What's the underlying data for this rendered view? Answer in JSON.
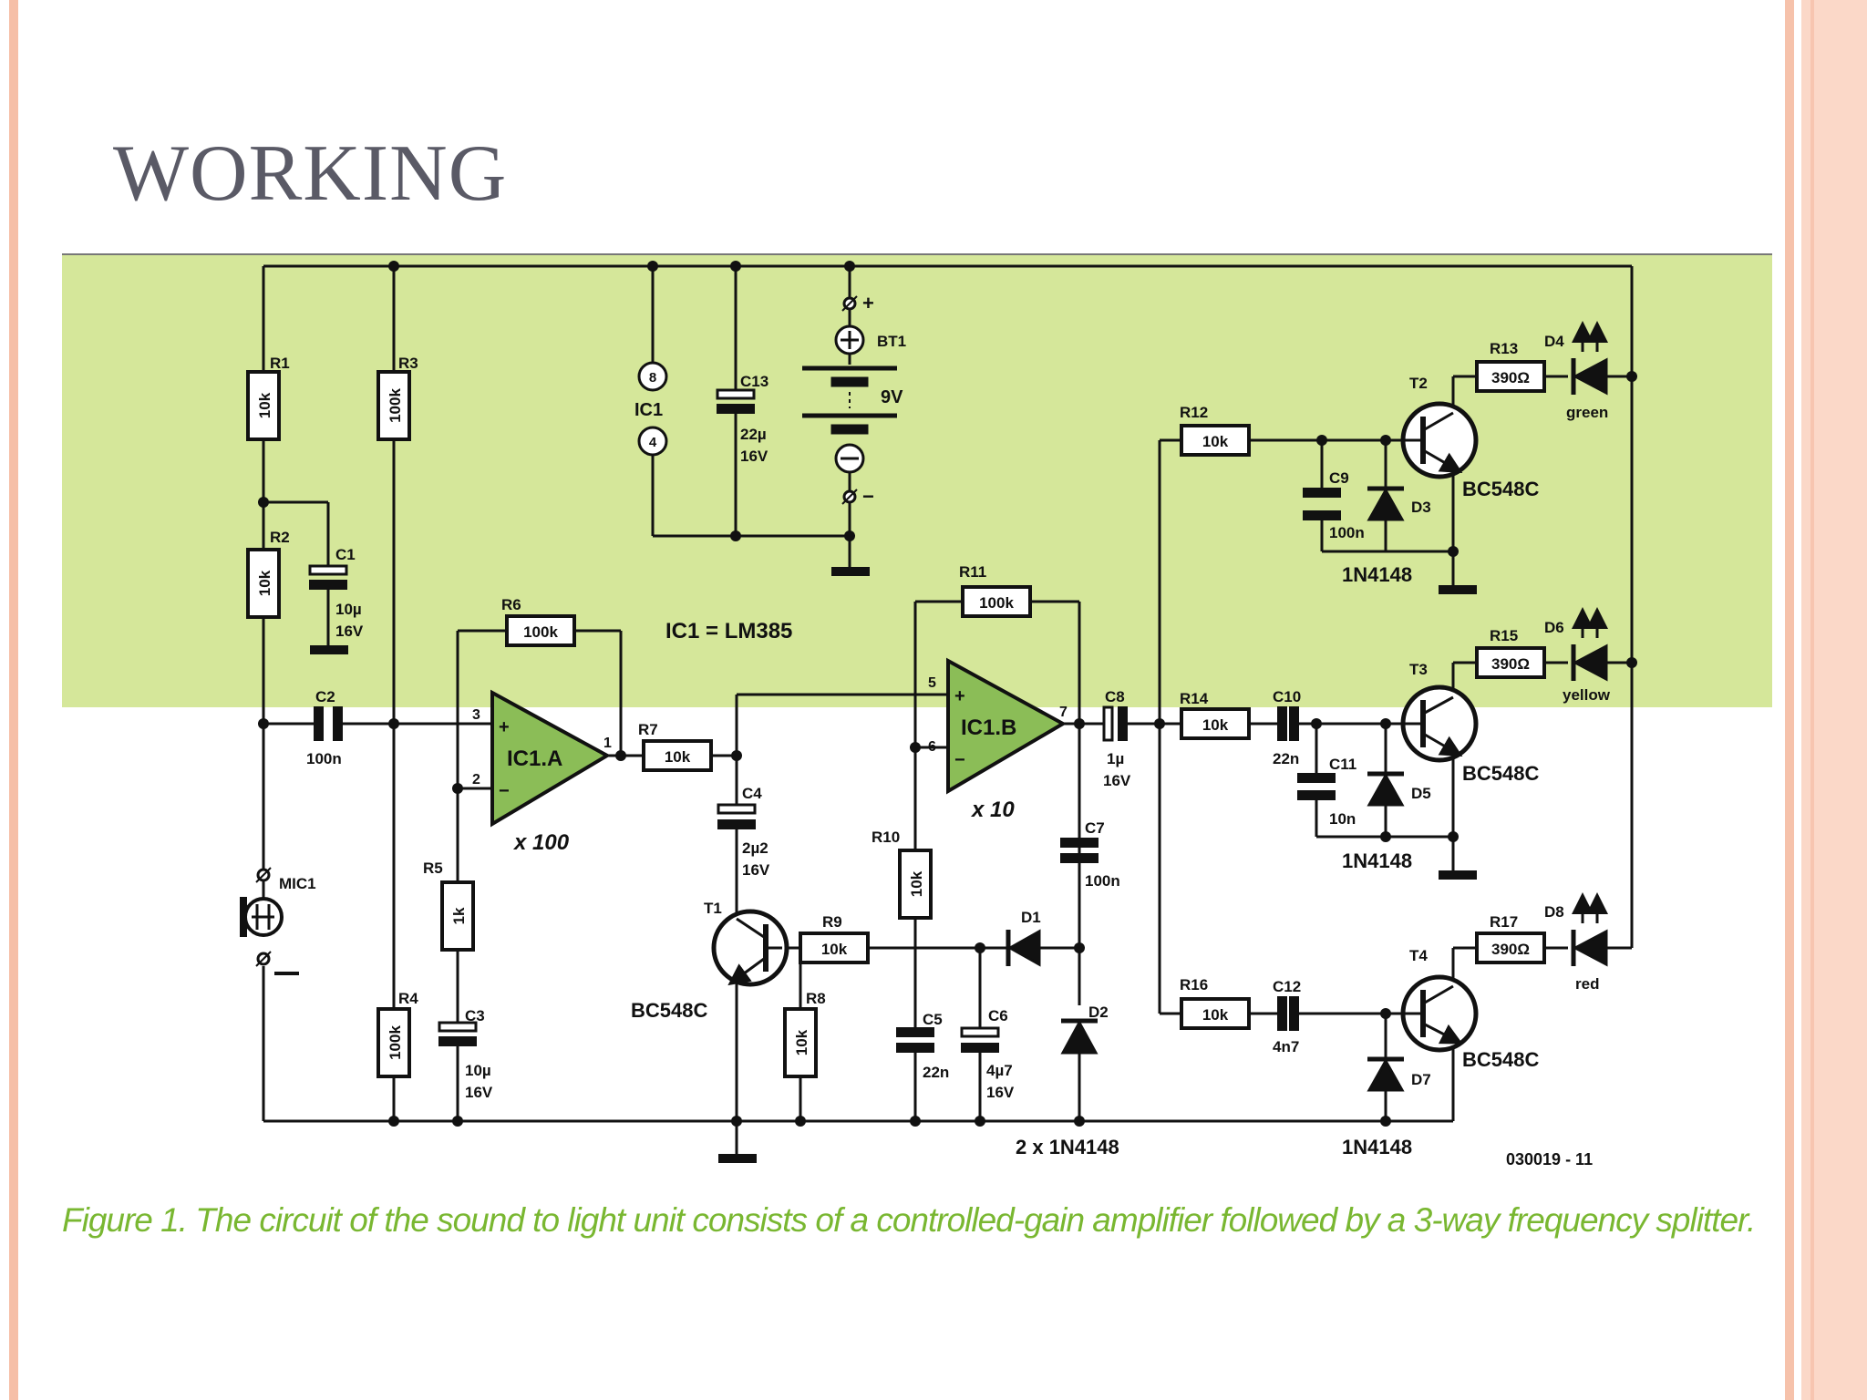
{
  "slide": {
    "title": "WORKING",
    "caption": "Figure 1. The circuit of the sound to light unit consists of a controlled-gain amplifier followed by a 3-way frequency splitter."
  },
  "colors": {
    "highlight": "#d5e79a",
    "opamp": "#8bbd57",
    "caption": "#79b731",
    "title": "#5a5a66"
  },
  "schematic": {
    "resistors": {
      "R1": {
        "name": "R1",
        "value": "10k"
      },
      "R2": {
        "name": "R2",
        "value": "10k"
      },
      "R3": {
        "name": "R3",
        "value": "100k"
      },
      "R4": {
        "name": "R4",
        "value": "100k"
      },
      "R5": {
        "name": "R5",
        "value": "1k"
      },
      "R6": {
        "name": "R6",
        "value": "100k"
      },
      "R7": {
        "name": "R7",
        "value": "10k"
      },
      "R8": {
        "name": "R8",
        "value": "10k"
      },
      "R9": {
        "name": "R9",
        "value": "10k"
      },
      "R10": {
        "name": "R10",
        "value": "10k"
      },
      "R11": {
        "name": "R11",
        "value": "100k"
      },
      "R12": {
        "name": "R12",
        "value": "10k"
      },
      "R13": {
        "name": "R13",
        "value": "390Ω"
      },
      "R14": {
        "name": "R14",
        "value": "10k"
      },
      "R15": {
        "name": "R15",
        "value": "390Ω"
      },
      "R16": {
        "name": "R16",
        "value": "10k"
      },
      "R17": {
        "name": "R17",
        "value": "390Ω"
      }
    },
    "capacitors": {
      "C1": {
        "name": "C1",
        "value": "10µ",
        "voltage": "16V"
      },
      "C2": {
        "name": "C2",
        "value": "100n"
      },
      "C3": {
        "name": "C3",
        "value": "10µ",
        "voltage": "16V"
      },
      "C4": {
        "name": "C4",
        "value": "2µ2",
        "voltage": "16V"
      },
      "C5": {
        "name": "C5",
        "value": "22n"
      },
      "C6": {
        "name": "C6",
        "value": "4µ7",
        "voltage": "16V"
      },
      "C7": {
        "name": "C7",
        "value": "100n"
      },
      "C8": {
        "name": "C8",
        "value": "1µ",
        "voltage": "16V"
      },
      "C9": {
        "name": "C9",
        "value": "100n"
      },
      "C10": {
        "name": "C10",
        "value": "22n"
      },
      "C11": {
        "name": "C11",
        "value": "10n"
      },
      "C12": {
        "name": "C12",
        "value": "4n7"
      },
      "C13": {
        "name": "C13",
        "value": "22µ",
        "voltage": "16V"
      }
    },
    "diodes": {
      "D1": "D1",
      "D2": "D2",
      "D3": "D3",
      "D5": "D5",
      "D7": "D7",
      "pair_label": "2 x 1N4148",
      "in1": "1N4148",
      "in2": "1N4148",
      "in3": "1N4148"
    },
    "leds": {
      "D4": {
        "name": "D4",
        "color": "green"
      },
      "D6": {
        "name": "D6",
        "color": "yellow"
      },
      "D8": {
        "name": "D8",
        "color": "red"
      }
    },
    "transistors": {
      "T1": {
        "name": "T1",
        "type": "BC548C"
      },
      "T2": {
        "name": "T2",
        "type": "BC548C"
      },
      "T3": {
        "name": "T3",
        "type": "BC548C"
      },
      "T4": {
        "name": "T4",
        "type": "BC548C"
      }
    },
    "opamps": {
      "A": {
        "name": "IC1.A",
        "gain": "x 100",
        "pin_plus": "3",
        "pin_minus": "2",
        "pin_out": "1"
      },
      "B": {
        "name": "IC1.B",
        "gain": "x 10",
        "pin_plus": "5",
        "pin_minus": "6",
        "pin_out": "7"
      }
    },
    "ic": {
      "name": "IC1",
      "pin_top": "8",
      "pin_bottom": "4",
      "equation": "IC1 = LM385"
    },
    "battery": {
      "name": "BT1",
      "voltage": "9V",
      "plus": "+",
      "minus": "−"
    },
    "mic": "MIC1",
    "symbols": {
      "plus": "+",
      "minus": "−"
    },
    "figure_code": "030019 - 11"
  }
}
